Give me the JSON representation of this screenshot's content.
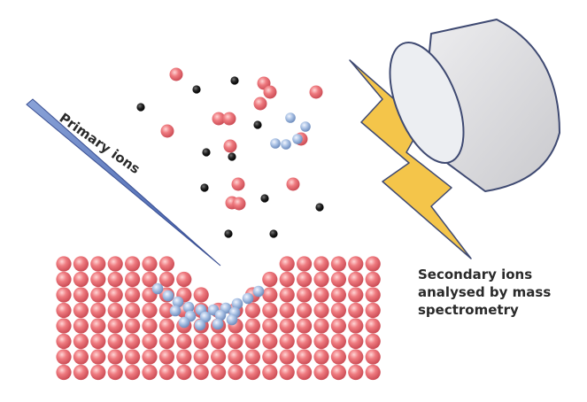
{
  "labels": {
    "primary": "Primary ions",
    "secondary_lines": [
      "Secondary ions",
      "analysed by mass",
      "spectrometry"
    ]
  },
  "colors": {
    "substrate_atom": "#e36d72",
    "implanted_atom": "#9cb6d8",
    "dark_particle": "#1a1a1a",
    "beam": "#4f6db3",
    "lightning": "#f4c54a",
    "detector": "#d9d9db",
    "detector_outline": "#3f4a72"
  }
}
